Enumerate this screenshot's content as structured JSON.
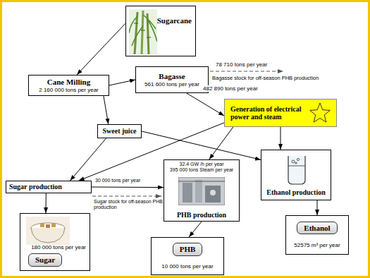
{
  "diagram": {
    "nodes": [
      {
        "text": [
          "Sugarcane"
        ]
      },
      {
        "text": [
          "Cane Milling",
          "2 160 000 tons per year"
        ]
      },
      {
        "text": [
          "Bagasse",
          "561 600 tons per year"
        ]
      },
      {
        "text": [
          "Generation of electrical power and steam"
        ]
      },
      {
        "text": [
          "Sweet juice"
        ]
      },
      {
        "text": [
          "32.4 GW /h per year",
          "395 000 tons Steam per year",
          "PHB production"
        ]
      },
      {
        "text": [
          "Ethanol production"
        ]
      },
      {
        "text": [
          "Sugar production"
        ]
      },
      {
        "text": [
          "Sugar",
          "180 000 tons per year"
        ]
      },
      {
        "text": [
          "PHB",
          "10 000 tons per year"
        ]
      },
      {
        "text": [
          "Ethanol",
          "52575 m³ per year"
        ]
      }
    ],
    "edges": [
      {
        "from": 0,
        "to": 1,
        "arrow": "to"
      },
      {
        "from": 1,
        "to": 2,
        "arrow": "to"
      },
      {
        "from": 1,
        "to": 4,
        "arrow": "to"
      },
      {
        "from": 2,
        "to": 3,
        "label": "482 890 tons per year",
        "arrow": "to"
      },
      {
        "from": 4,
        "to": 7,
        "arrow": "to"
      },
      {
        "from": 4,
        "to": 6,
        "arrow": "to"
      },
      {
        "from": 3,
        "to": 7,
        "arrow": "to"
      },
      {
        "from": 3,
        "to": 5,
        "arrow": "to"
      },
      {
        "from": 3,
        "to": 6,
        "arrow": "to"
      },
      {
        "from": 7,
        "to": 5,
        "label": "30 000 tons per year",
        "arrow": "to"
      },
      {
        "from": 7,
        "to": 8,
        "arrow": "to"
      },
      {
        "from": 5,
        "to": 9,
        "arrow": "to"
      },
      {
        "from": 6,
        "to": 10,
        "arrow": "to"
      }
    ],
    "labels": [
      "78 710 tons per year",
      "Bagasse stock for off-season PHB production",
      "Sugar stock for off-season PHB production"
    ]
  }
}
